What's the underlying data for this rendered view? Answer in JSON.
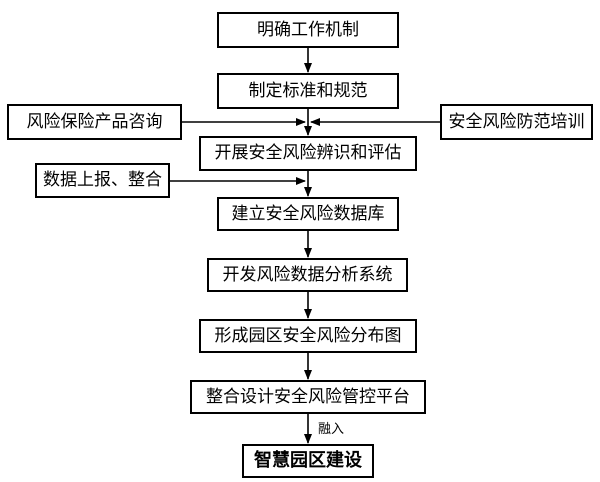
{
  "flowchart": {
    "steps": [
      "明确工作机制",
      "制定标准和规范",
      "开展安全风险辨识和评估",
      "建立安全风险数据库",
      "开发风险数据分析系统",
      "形成园区安全风险分布图",
      "整合设计安全风险管控平台"
    ],
    "final": "智慧园区建设",
    "side_inputs": {
      "left_top": "风险保险产品咨询",
      "right_top": "安全风险防范培训",
      "left_mid": "数据上报、整合"
    },
    "merge_label": "融入"
  }
}
